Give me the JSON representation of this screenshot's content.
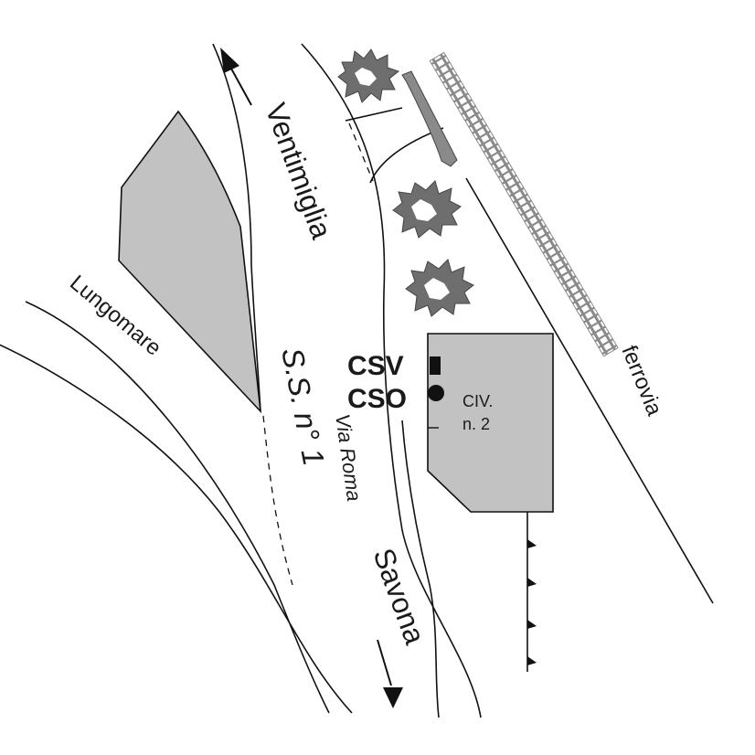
{
  "labels": {
    "ventimiglia": "Ventimiglia",
    "savona": "Savona",
    "lungomare": "Lungomare",
    "ss1": "S.S. n° 1",
    "via_roma": "Via Roma",
    "ferrovia": "ferrovia",
    "csv": "CSV",
    "cso": "CSO",
    "civ": "CIV.",
    "civ_num": "n. 2"
  },
  "colors": {
    "area_fill": "#c2c2c2",
    "tree_fill": "#6e6e6e",
    "rail": "#8a8a8a",
    "ink": "#111111"
  },
  "icons": [
    "north-arrow-up-icon",
    "arrow-down-icon",
    "tree-icon",
    "square-marker-icon",
    "circle-marker-icon"
  ]
}
